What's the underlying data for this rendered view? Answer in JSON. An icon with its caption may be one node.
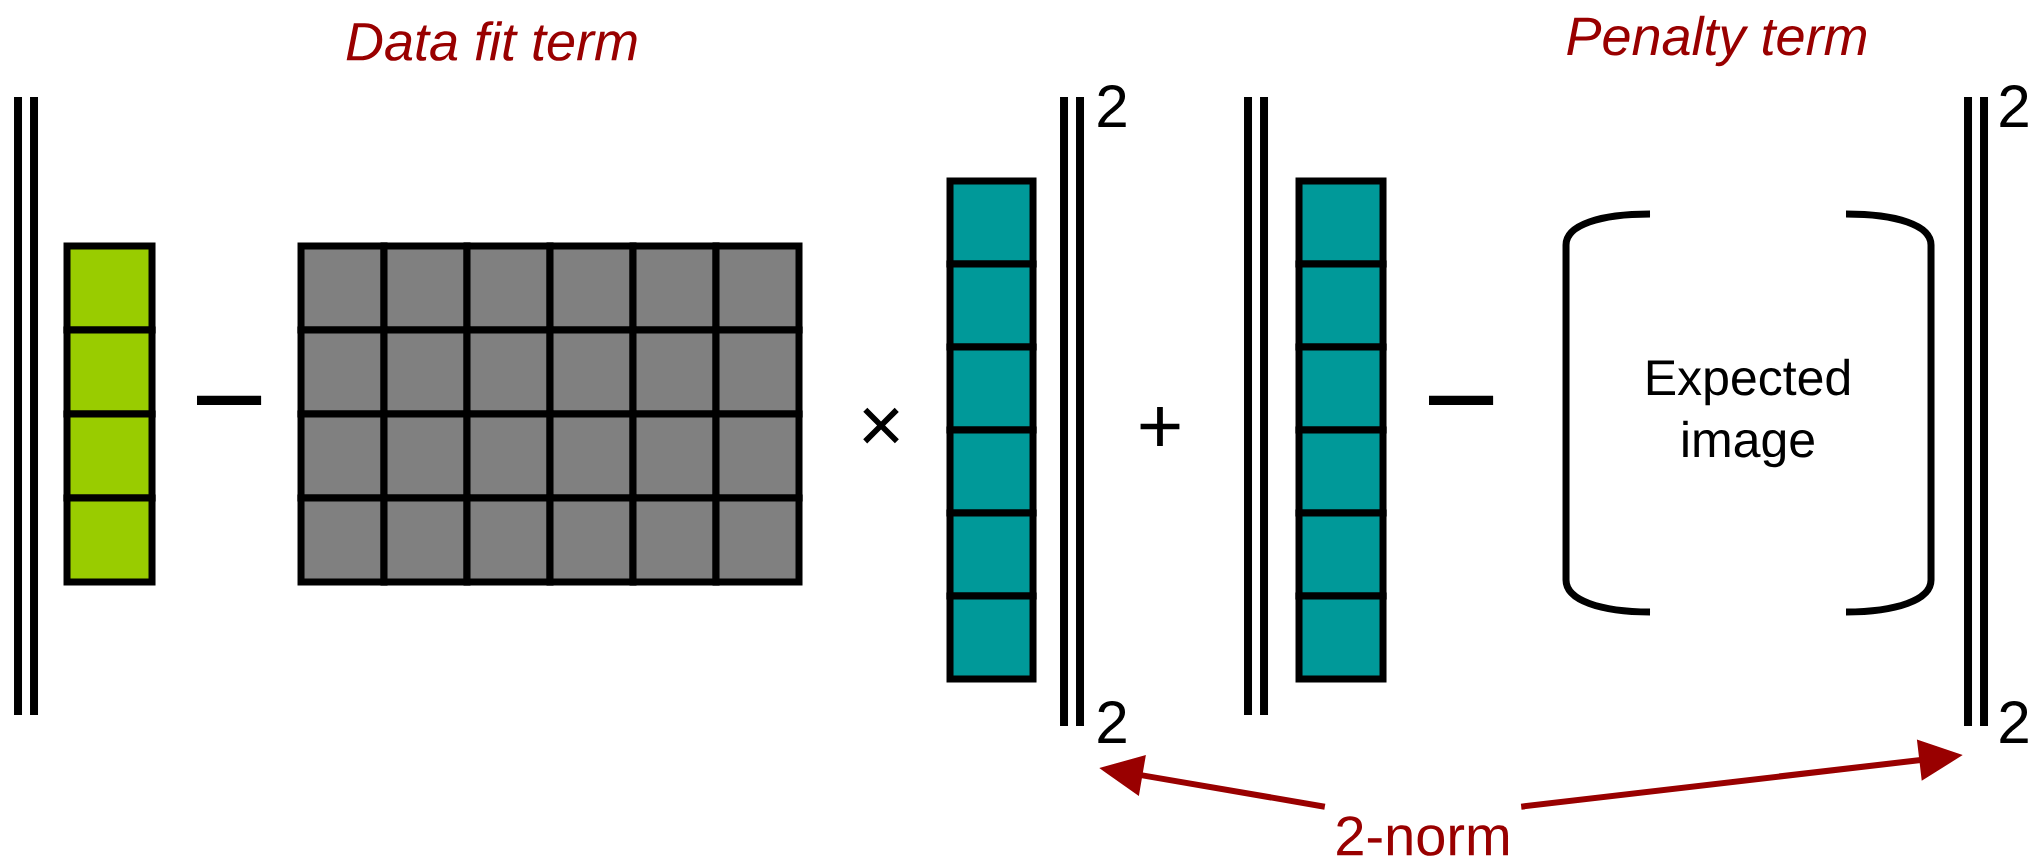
{
  "diagram": {
    "nodes": [
      {
        "text": [
          "Expected image"
        ]
      },
      {
        "text": [],
        "shape": "bar"
      },
      {
        "text": [],
        "shape": "bar"
      },
      {
        "text": [
          "2-norm"
        ]
      }
    ],
    "edges": [
      {
        "from": 3,
        "to": 1,
        "arrow": "to"
      },
      {
        "from": 3,
        "to": 2,
        "arrow": "to"
      }
    ],
    "labels": [
      "Data fit term",
      "Penalty term",
      "2",
      "2",
      "−",
      "×",
      "+",
      "−",
      "2",
      "2"
    ]
  }
}
